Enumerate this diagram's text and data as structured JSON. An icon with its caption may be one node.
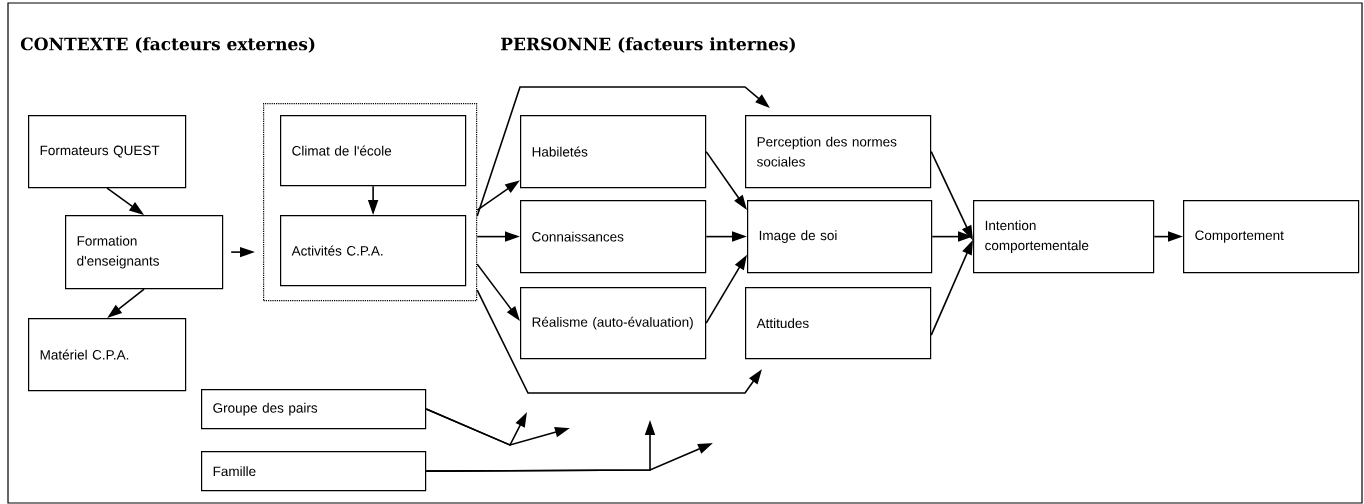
{
  "diagram": {
    "nodes": [
      {
        "text": [
          "Formateurs QUEST"
        ]
      },
      {
        "text": [
          "Formation d'enseignants"
        ]
      },
      {
        "text": [
          "Matériel C.P.A."
        ]
      },
      {
        "text": [],
        "shape": "box"
      },
      {
        "text": [
          "Climat de l'école"
        ],
        "in": 3
      },
      {
        "text": [
          "Activités C.P.A."
        ],
        "in": 3
      },
      {
        "text": [
          "Habiletés"
        ]
      },
      {
        "text": [
          "Connaissances"
        ]
      },
      {
        "text": [
          "Réalisme (auto-évaluation)"
        ]
      },
      {
        "text": [
          "Perception des normes sociales"
        ]
      },
      {
        "text": [
          "Image de soi"
        ]
      },
      {
        "text": [
          "Attitudes"
        ]
      },
      {
        "text": [
          "Intention comportementale"
        ]
      },
      {
        "text": [
          "Comportement"
        ]
      },
      {
        "text": [
          "Groupe des pairs"
        ]
      },
      {
        "text": [
          "Famille"
        ]
      }
    ],
    "edges": [
      {
        "from": 0,
        "to": 1,
        "arrow": "to"
      },
      {
        "from": 1,
        "to": 2,
        "arrow": "to"
      },
      {
        "from": 1,
        "to": 3,
        "arrow": "to"
      },
      {
        "from": 4,
        "to": 5,
        "arrow": "to"
      },
      {
        "from": 3,
        "to": 6,
        "arrow": "to"
      },
      {
        "from": 3,
        "to": 7,
        "arrow": "to"
      },
      {
        "from": 3,
        "to": 8,
        "arrow": "to"
      },
      {
        "from": 3,
        "to": 9,
        "arrow": "to"
      },
      {
        "from": 3,
        "to": 11,
        "arrow": "to"
      },
      {
        "from": 6,
        "to": 10,
        "arrow": "to"
      },
      {
        "from": 7,
        "to": 10,
        "arrow": "to"
      },
      {
        "from": 8,
        "to": 10,
        "arrow": "to"
      },
      {
        "from": 9,
        "to": 12,
        "arrow": "to"
      },
      {
        "from": 10,
        "to": 12,
        "arrow": "to"
      },
      {
        "from": 11,
        "to": 12,
        "arrow": "to"
      },
      {
        "from": 12,
        "to": 13,
        "arrow": "to"
      },
      {
        "from": 14,
        "to": null,
        "arrow": "to"
      },
      {
        "from": 14,
        "to": null,
        "arrow": "to"
      },
      {
        "from": 15,
        "to": null,
        "arrow": "to"
      },
      {
        "from": 15,
        "to": null,
        "arrow": "to"
      }
    ],
    "labels": [
      "CONTEXTE (facteurs externes)",
      "PERSONNE (facteurs internes)"
    ]
  }
}
